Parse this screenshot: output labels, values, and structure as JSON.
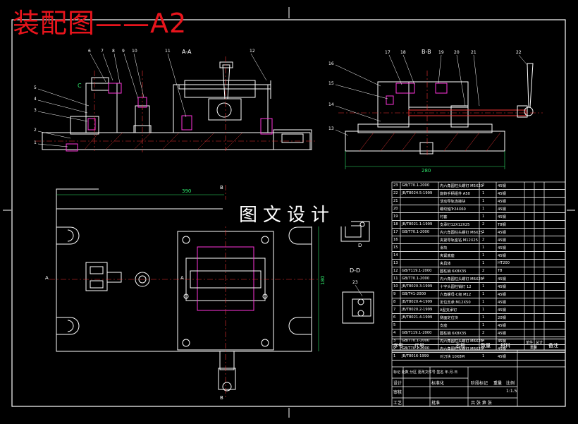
{
  "drawing": {
    "title": "装配图——A2",
    "watermark": "图文设计",
    "views": {
      "section_aa": "A-A",
      "section_bb": "B-B",
      "section_dd": "D-D",
      "arrow_c": "C",
      "mark_b": "B",
      "mark_a": "A",
      "mark_d": "D"
    },
    "dims": {
      "overall_width": "390",
      "bb_width": "280",
      "height_180": "180"
    },
    "balloons_aa": [
      "6",
      "7",
      "8",
      "9",
      "10",
      "11",
      "12",
      "5",
      "4",
      "3",
      "2",
      "1"
    ],
    "balloons_bb": [
      "17",
      "18",
      "19",
      "20",
      "21",
      "22",
      "16",
      "15",
      "14",
      "13"
    ],
    "balloon_dd": "23"
  },
  "bom": {
    "rows": [
      {
        "no": "23",
        "code": "GB/T70.1-2000",
        "name": "内六角圆柱头螺钉 M5X20",
        "qty": "2",
        "mat": "45钢",
        "note": ""
      },
      {
        "no": "22",
        "code": "JB/T8024.5-1999",
        "name": "旋转手柄组件 A50",
        "qty": "1",
        "mat": "45钢",
        "note": ""
      },
      {
        "no": "21",
        "code": "",
        "name": "活动导轨连接块",
        "qty": "1",
        "mat": "45钢",
        "note": ""
      },
      {
        "no": "20",
        "code": "",
        "name": "螺纹轴Tr24X60",
        "qty": "1",
        "mat": "45钢",
        "note": ""
      },
      {
        "no": "19",
        "code": "",
        "name": "衬套",
        "qty": "1",
        "mat": "45钢",
        "note": ""
      },
      {
        "no": "18",
        "code": "JB/T8021.1-1999",
        "name": "支承钉12X12X25",
        "qty": "2",
        "mat": "T8钢",
        "note": ""
      },
      {
        "no": "17",
        "code": "GB/T70.1-2000",
        "name": "内六角圆柱头螺钉 M6X25",
        "qty": "1",
        "mat": "45钢",
        "note": ""
      },
      {
        "no": "16",
        "code": "",
        "name": "夹紧导轨座钻 M12X25",
        "qty": "2",
        "mat": "45钢",
        "note": ""
      },
      {
        "no": "15",
        "code": "",
        "name": "滑块",
        "qty": "1",
        "mat": "45钢",
        "note": ""
      },
      {
        "no": "14",
        "code": "",
        "name": "夹紧底座",
        "qty": "1",
        "mat": "45钢",
        "note": ""
      },
      {
        "no": "13",
        "code": "",
        "name": "夹具体",
        "qty": "1",
        "mat": "HT200",
        "note": ""
      },
      {
        "no": "12",
        "code": "GB/T119.1-2000",
        "name": "圆柱销 6X8X35",
        "qty": "2",
        "mat": "T8",
        "note": ""
      },
      {
        "no": "11",
        "code": "GB/T70.1-2000",
        "name": "内六角圆柱头螺钉 M6X25",
        "qty": "4",
        "mat": "45钢",
        "note": ""
      },
      {
        "no": "10",
        "code": "JB/T8020.3-1999",
        "name": "十字头圆柱销钉 12",
        "qty": "1",
        "mat": "45钢",
        "note": ""
      },
      {
        "no": "9",
        "code": "GB/T41-2000",
        "name": "六角螺母-C级 M12",
        "qty": "1",
        "mat": "45钢",
        "note": ""
      },
      {
        "no": "8",
        "code": "JB/T8020.4-1999",
        "name": "定位支承 M12X50",
        "qty": "1",
        "mat": "45钢",
        "note": ""
      },
      {
        "no": "7",
        "code": "JB/T8020.2-1999",
        "name": "A型支承钉",
        "qty": "1",
        "mat": "45钢",
        "note": ""
      },
      {
        "no": "6",
        "code": "JB/T8021.4-1999",
        "name": "侧面定位块",
        "qty": "1",
        "mat": "20钢",
        "note": ""
      },
      {
        "no": "5",
        "code": "",
        "name": "支座",
        "qty": "1",
        "mat": "45钢",
        "note": ""
      },
      {
        "no": "4",
        "code": "GB/T119.1-2000",
        "name": "圆柱销 6X8X35",
        "qty": "2",
        "mat": "45钢",
        "note": ""
      },
      {
        "no": "3",
        "code": "GB/T70.1-2000",
        "name": "内六角圆柱头螺钉 M6X25",
        "qty": "4",
        "mat": "45钢",
        "note": ""
      },
      {
        "no": "2",
        "code": "GB/T70.1-2000",
        "name": "内六角圆柱头螺钉 M6X25",
        "qty": "4",
        "mat": "45钢",
        "note": ""
      },
      {
        "no": "1",
        "code": "JB/T8016-1999",
        "name": "对刀块 10X8M",
        "qty": "1",
        "mat": "45钢",
        "note": ""
      }
    ],
    "header": {
      "no": "序号",
      "code": "代号",
      "name": "名称",
      "qty": "数量",
      "mat": "材料",
      "unit": "单件",
      "total": "总计",
      "weight": "重量",
      "note": "备注"
    }
  },
  "title_block": {
    "row1": "标记 处数 分区 更改文件号 签名 年.月.日",
    "design": "设计",
    "standard": "标准化",
    "stage": "阶段标记",
    "weight": "重量",
    "scale_label": "比例",
    "scale": "1:1.5",
    "review": "审核",
    "process": "工艺",
    "approve": "批准",
    "sheets": "共    张    第    张"
  }
}
